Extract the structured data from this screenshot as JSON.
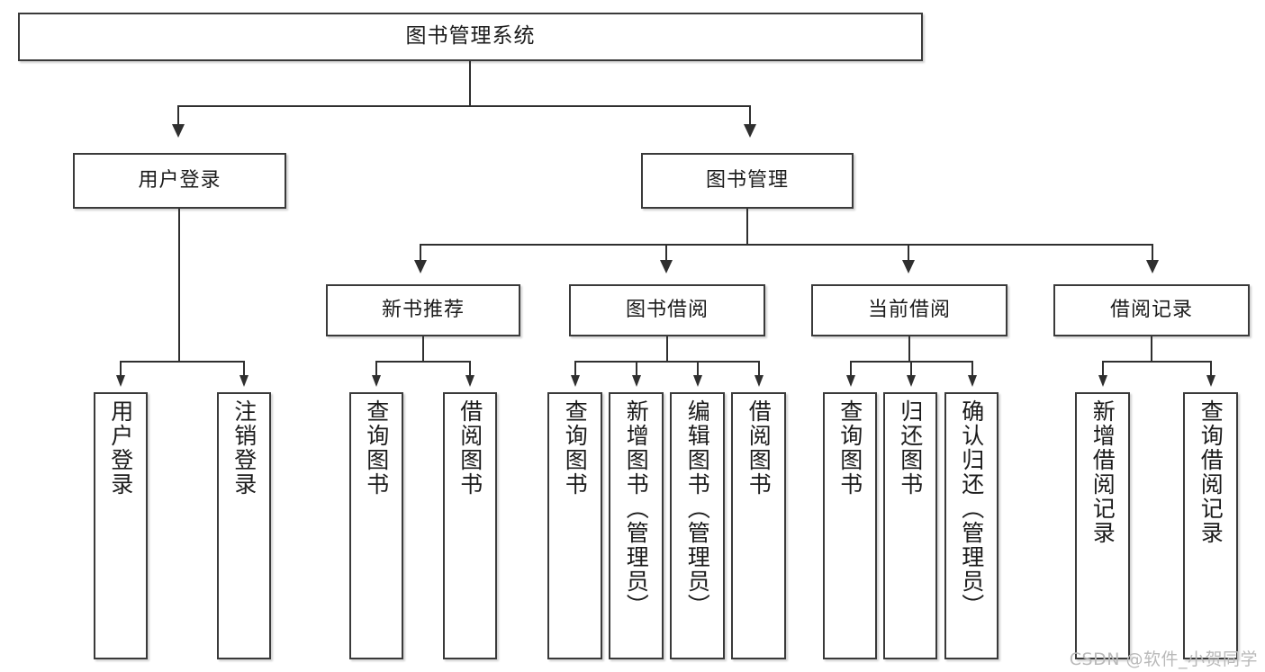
{
  "diagram": {
    "title": "图书管理系统",
    "type": "tree-hierarchy-chart",
    "watermark": "CSDN @软件_小贺同学",
    "accent_color": "#3a3a3a",
    "background_color": "#ffffff"
  },
  "nodes": {
    "root": {
      "label": "图书管理系统"
    },
    "level2": [
      {
        "label": "用户登录"
      },
      {
        "label": "图书管理"
      }
    ],
    "level3": [
      {
        "label": "新书推荐"
      },
      {
        "label": "图书借阅"
      },
      {
        "label": "当前借阅"
      },
      {
        "label": "借阅记录"
      }
    ],
    "leaves_user_login": [
      {
        "label": "用户登录"
      },
      {
        "label": "注销登录"
      }
    ],
    "leaves_new_book": [
      {
        "label": "查询图书"
      },
      {
        "label": "借阅图书"
      }
    ],
    "leaves_borrow": [
      {
        "label": "查询图书"
      },
      {
        "label": "新增图书（管理员）"
      },
      {
        "label": "编辑图书（管理员）"
      },
      {
        "label": "借阅图书"
      }
    ],
    "leaves_current": [
      {
        "label": "查询图书"
      },
      {
        "label": "归还图书"
      },
      {
        "label": "确认归还（管理员）"
      }
    ],
    "leaves_record": [
      {
        "label": "新增借阅记录"
      },
      {
        "label": "查询借阅记录"
      }
    ]
  }
}
